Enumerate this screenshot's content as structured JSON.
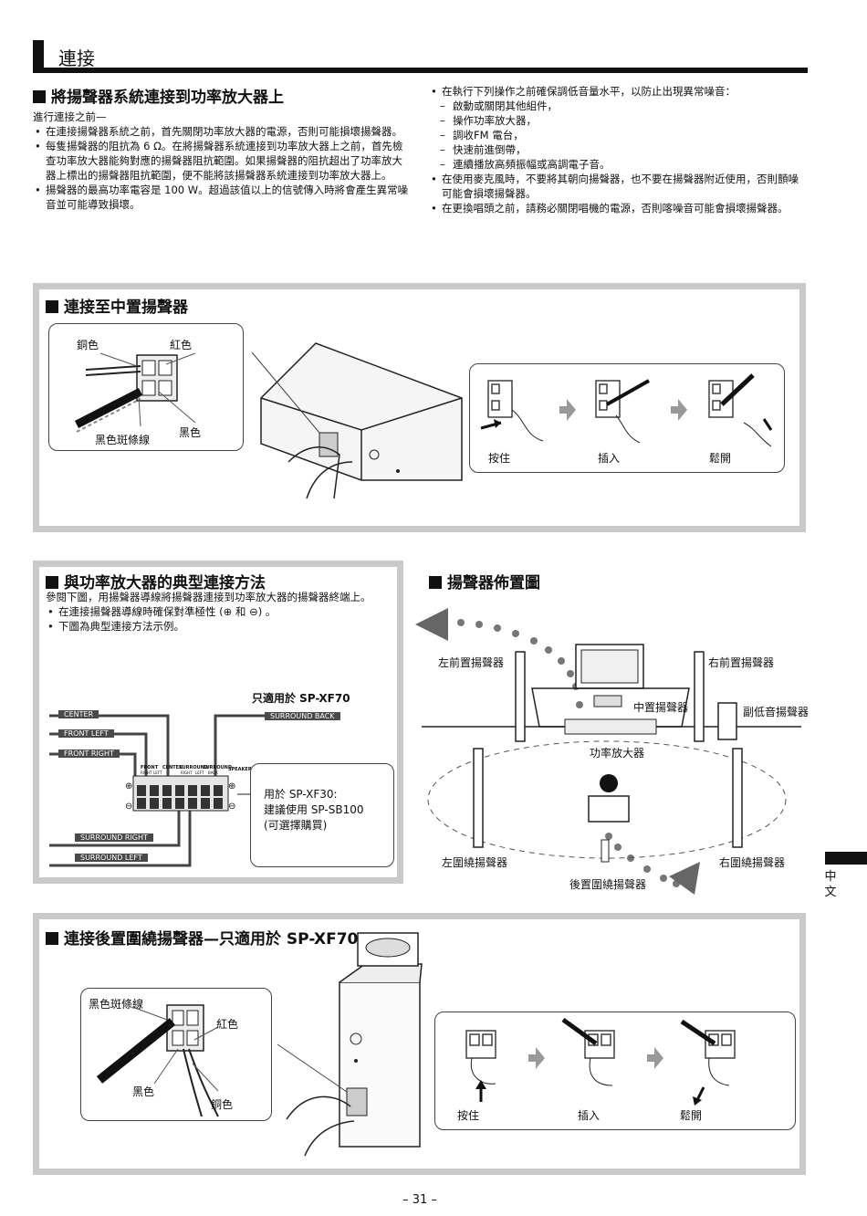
{
  "header": {
    "title": "連接"
  },
  "section1": {
    "title": "將揚聲器系統連接到功率放大器上",
    "left": {
      "subhead": "進行連接之前—",
      "bullets": [
        "在連接揚聲器系統之前，首先關閉功率放大器的電源，否則可能損壞揚聲器。",
        "每隻揚聲器的阻抗為 6 Ω。在將揚聲器系統連接到功率放大器上之前，首先檢查功率放大器能夠對應的揚聲器阻抗範圍。如果揚聲器的阻抗超出了功率放大器上標出的揚聲器阻抗範圍，便不能將該揚聲器系統連接到功率放大器上。",
        "揚聲器的最高功率電容是 100 W。超過該值以上的信號傳入時將會產生異常噪音並可能導致損壞。"
      ]
    },
    "right": {
      "bullet1": "在執行下列操作之前確保調低音量水平，以防止出現異常噪音：",
      "dashes": [
        "啟動或關閉其他組件，",
        "操作功率放大器，",
        "調收FM 電台，",
        "快速前進倒帶，",
        "連續播放高頻振幅或高調電子音。"
      ],
      "bullet2": "在使用麥克風時，不要將其朝向揚聲器，也不要在揚聲器附近使用，否則顫噪可能會損壞揚聲器。",
      "bullet3": "在更換唱頭之前，請務必關閉唱機的電源，否則喀噪音可能會損壞揚聲器。"
    }
  },
  "center_panel": {
    "title": "連接至中置揚聲器",
    "copper": "銅色",
    "red": "紅色",
    "black": "黑色",
    "stripe": "黑色斑條線",
    "steps": [
      "按住",
      "插入",
      "鬆開"
    ]
  },
  "typical": {
    "title": "與功率放大器的典型連接方法",
    "intro": "參閱下圖，用揚聲器導線將揚聲器連接到功率放大器的揚聲器終端上。",
    "bullet1": "在連接揚聲器導線時確保對準極性 (⊕ 和 ⊖) 。",
    "bullet2": "下圖為典型連接方法示例。",
    "only_xf70": "只適用於 SP-XF70",
    "wires": [
      "CENTER",
      "FRONT LEFT",
      "FRONT RIGHT",
      "SURROUND BACK",
      "SURROUND RIGHT",
      "SURROUND LEFT"
    ],
    "terminal_heads": [
      "FRONT",
      "CENTER",
      "SURROUND",
      "SURROUND",
      "SPEAKERS"
    ],
    "terminal_sub": [
      "RIGHT",
      "LEFT",
      "RIGHT",
      "LEFT",
      "BACK"
    ],
    "note": [
      "用於 SP-XF30:",
      "建議使用 SP-SB100",
      "(可選擇購買)"
    ]
  },
  "placement": {
    "title": "揚聲器佈置圖",
    "front_left": "左前置揚聲器",
    "front_right": "右前置揚聲器",
    "center": "中置揚聲器",
    "subwoofer": "副低音揚聲器",
    "amp": "功率放大器",
    "surround_left": "左圍繞揚聲器",
    "surround_right": "右圍繞揚聲器",
    "surround_back": "後置圍繞揚聲器"
  },
  "rear_panel": {
    "title": "連接後置圍繞揚聲器—只適用於 SP-XF70",
    "stripe": "黑色斑條線",
    "red": "紅色",
    "black": "黑色",
    "copper": "銅色",
    "steps": [
      "按住",
      "插入",
      "鬆開"
    ]
  },
  "side_tab": "中文",
  "page_number": "– 31 –"
}
